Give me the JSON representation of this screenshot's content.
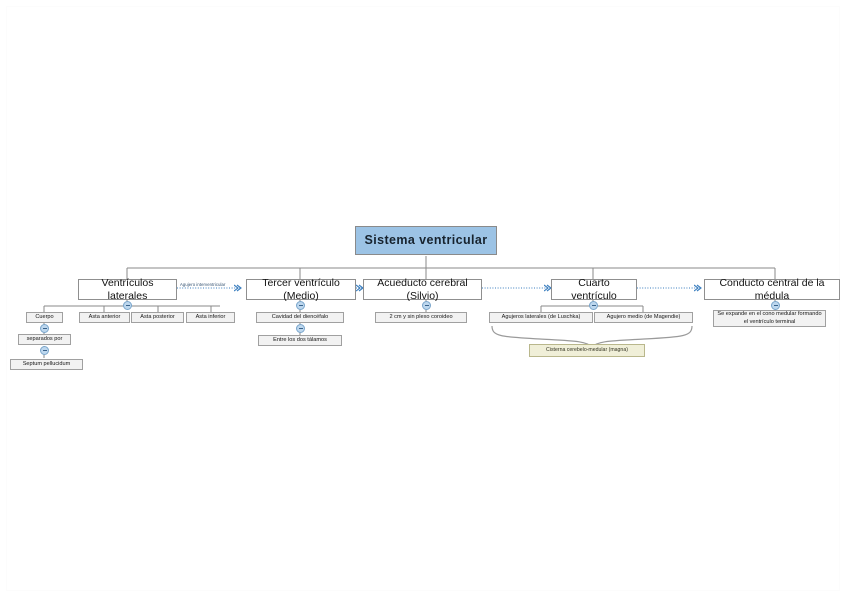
{
  "diagram": {
    "title": "Sistema ventricular",
    "root": {
      "label": "Sistema ventricular"
    },
    "level2": [
      {
        "label": "Ventrículos laterales"
      },
      {
        "label": "Tercer ventrículo (Medio)"
      },
      {
        "label": "Acueducto cerebral (Silvio)"
      },
      {
        "label": "Cuarto ventrículo"
      },
      {
        "label": "Conducto central de la médula"
      }
    ],
    "edge_labels": [
      {
        "label": "Agujero interventricular"
      }
    ],
    "laterales_children": [
      {
        "label": "Cuerpo"
      },
      {
        "label": "Asta anterior"
      },
      {
        "label": "Asta posterior"
      },
      {
        "label": "Asta inferior"
      }
    ],
    "cuerpo_chain": [
      {
        "label": "separados por"
      },
      {
        "label": "Septum pellucidum"
      }
    ],
    "tercer_children": [
      {
        "label": "Cavidad del diencéfalo"
      },
      {
        "label": "Entre los dos tálamos"
      }
    ],
    "acueducto_children": [
      {
        "label": "2 cm y sin plexo coroideo"
      }
    ],
    "cuarto_children": [
      {
        "label": "Agujeros laterales (de Luschka)"
      },
      {
        "label": "Agujero medio (de Magendie)"
      }
    ],
    "cuarto_note": {
      "label": "Cisterna cerebelo-medular (magna)"
    },
    "conducto_children": [
      {
        "label": "Se expande en el cono medular formando el ventrículo terminal"
      }
    ],
    "colors": {
      "root_fill": "#9cc3e5",
      "node_fill": "#ffffff",
      "leaf_fill": "#f2f2f2",
      "note_fill": "#f0efd8",
      "connector": "#8a8a8a",
      "flow_arrow": "#3a7ebf",
      "toggle": "#bdd7ee"
    }
  }
}
